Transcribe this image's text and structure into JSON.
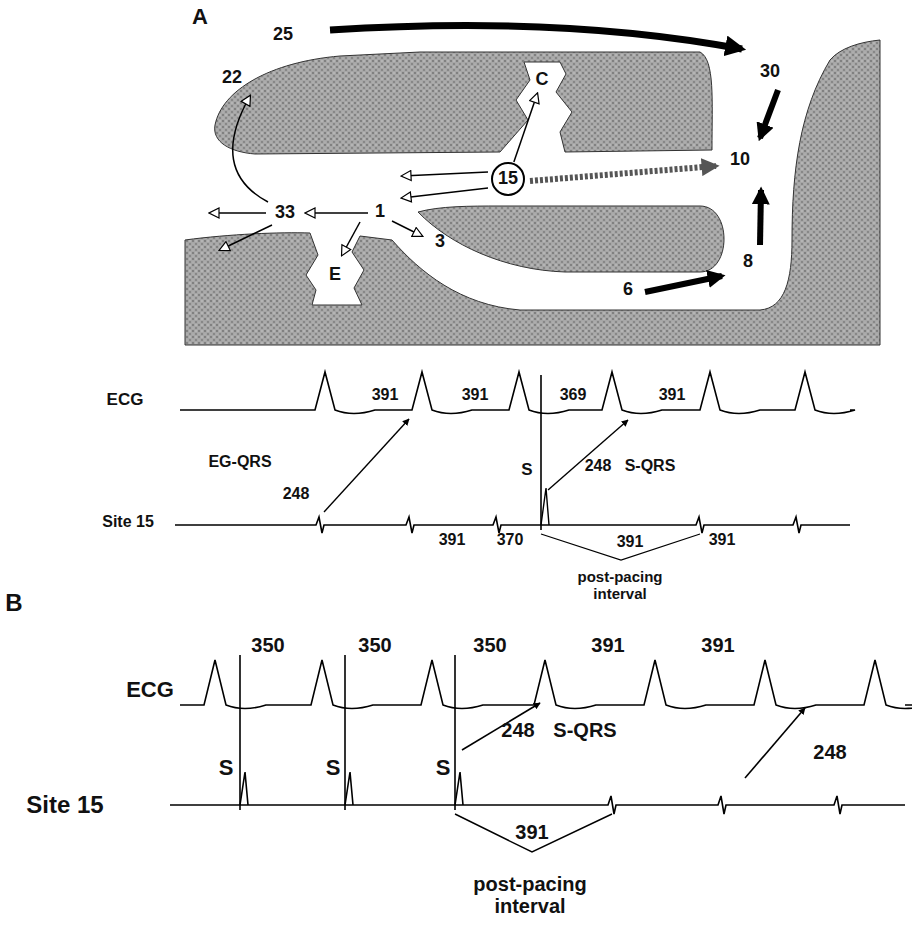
{
  "diagram": {
    "nodes": [
      {
        "text": [
          "C"
        ]
      },
      {
        "text": [
          "15"
        ]
      },
      {
        "text": [
          "E"
        ]
      }
    ],
    "edges": [
      {
        "from": 1,
        "to": 0,
        "arrow": "to"
      }
    ],
    "labels": [
      "A",
      "25",
      "30",
      "22",
      "33",
      "1",
      "3",
      "10",
      "6",
      "8",
      "ECG",
      "391",
      "391",
      "369",
      "391",
      "EG-QRS",
      "248",
      "S",
      "248",
      "S-QRS",
      "Site 15",
      "391",
      "370",
      "391",
      "391",
      "post-pacing interval",
      "B",
      "ECG",
      "350",
      "350",
      "350",
      "391",
      "391",
      "S",
      "S",
      "S",
      "248",
      "S-QRS",
      "391",
      "post-pacing interval",
      "248",
      "Site 15"
    ]
  }
}
